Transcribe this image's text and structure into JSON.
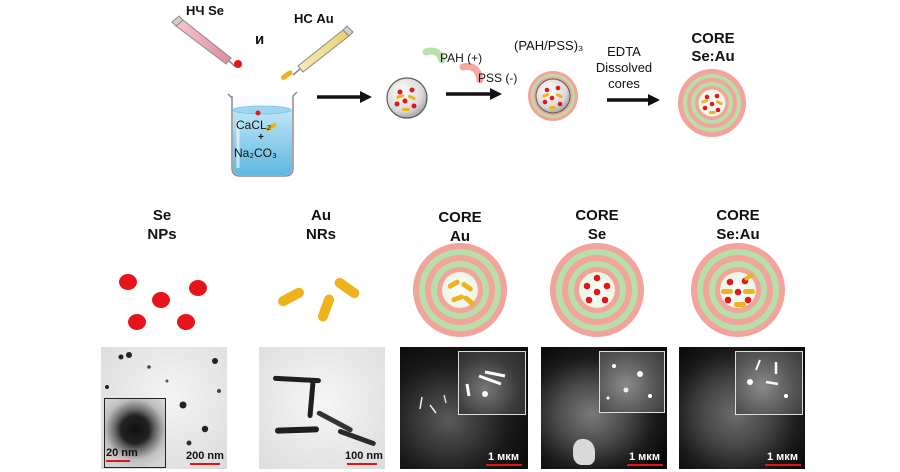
{
  "top": {
    "se_np_label": "НЧ Se",
    "conj": "и",
    "au_nr_label": "НС Au",
    "solution_line1": "CaCL₂",
    "solution_plus": "+",
    "solution_line2": "Na₂CO₃",
    "pah_label": "PAH (+)",
    "pss_label": "PSS (-)",
    "shell_formula": "(PAH/PSS)₃",
    "edta_line1": "EDTA",
    "edta_line2": "Dissolved",
    "edta_line3": "cores",
    "core_final_line1": "CORE",
    "core_final_line2": "Se:Au"
  },
  "columns": [
    {
      "title_line1": "Se",
      "title_line2": "NPs",
      "scale": "200 nm",
      "inset_scale": "20 nm"
    },
    {
      "title_line1": "Au",
      "title_line2": "NRs",
      "scale": "100 nm"
    },
    {
      "title_line1": "CORE",
      "title_line2": "Au",
      "scale": "1 мкм"
    },
    {
      "title_line1": "CORE",
      "title_line2": "Se",
      "scale": "1 мкм"
    },
    {
      "title_line1": "CORE",
      "title_line2": "Se:Au",
      "scale": "1 мкм"
    }
  ],
  "colors": {
    "se_red": "#e8141c",
    "au_gold": "#f0b21c",
    "shell_pink": "#f2a39b",
    "shell_green": "#b7dfa9",
    "pah_green": "#b9e0ad",
    "pss_pink": "#f3a9a0",
    "scale_red": "#e0141b"
  }
}
